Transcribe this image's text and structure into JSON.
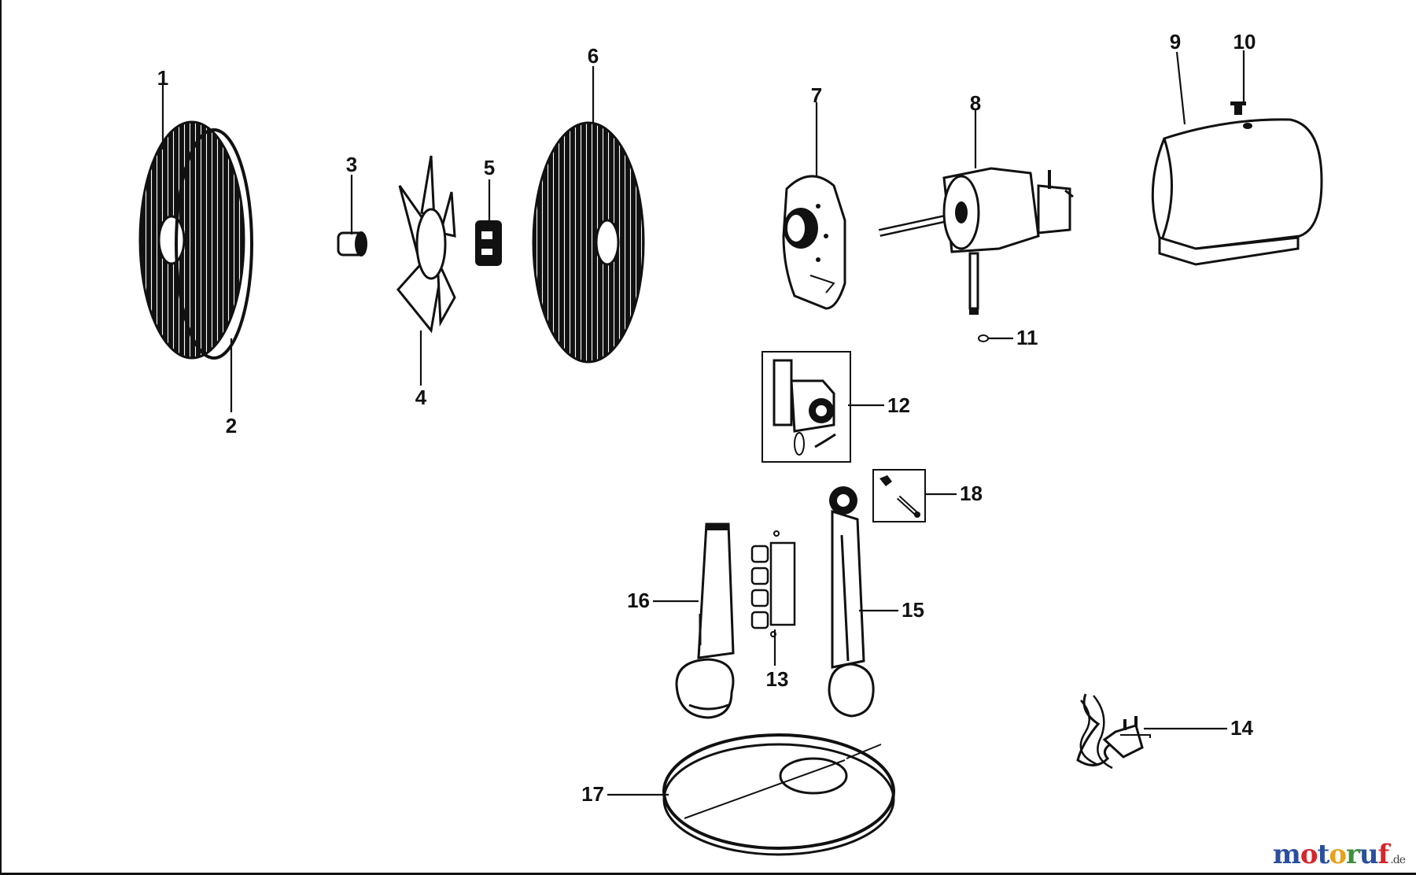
{
  "parts": [
    {
      "id": "1",
      "label": "1"
    },
    {
      "id": "2",
      "label": "2"
    },
    {
      "id": "3",
      "label": "3"
    },
    {
      "id": "4",
      "label": "4"
    },
    {
      "id": "5",
      "label": "5"
    },
    {
      "id": "6",
      "label": "6"
    },
    {
      "id": "7",
      "label": "7"
    },
    {
      "id": "8",
      "label": "8"
    },
    {
      "id": "9",
      "label": "9"
    },
    {
      "id": "10",
      "label": "10"
    },
    {
      "id": "11",
      "label": "11"
    },
    {
      "id": "12",
      "label": "12"
    },
    {
      "id": "13",
      "label": "13"
    },
    {
      "id": "14",
      "label": "14"
    },
    {
      "id": "15",
      "label": "15"
    },
    {
      "id": "16",
      "label": "16"
    },
    {
      "id": "17",
      "label": "17"
    },
    {
      "id": "18",
      "label": "18"
    }
  ],
  "watermark": {
    "letters": [
      "m",
      "o",
      "t",
      "o",
      "r",
      "u",
      "f"
    ],
    "tld": ".de",
    "letter_colors": [
      "#2b4f9e",
      "#d4262b",
      "#2b4f9e",
      "#e8a21b",
      "#3d8f3a",
      "#2b4f9e",
      "#d4262b"
    ]
  },
  "colors": {
    "ink": "#111111",
    "background": "#ffffff"
  }
}
